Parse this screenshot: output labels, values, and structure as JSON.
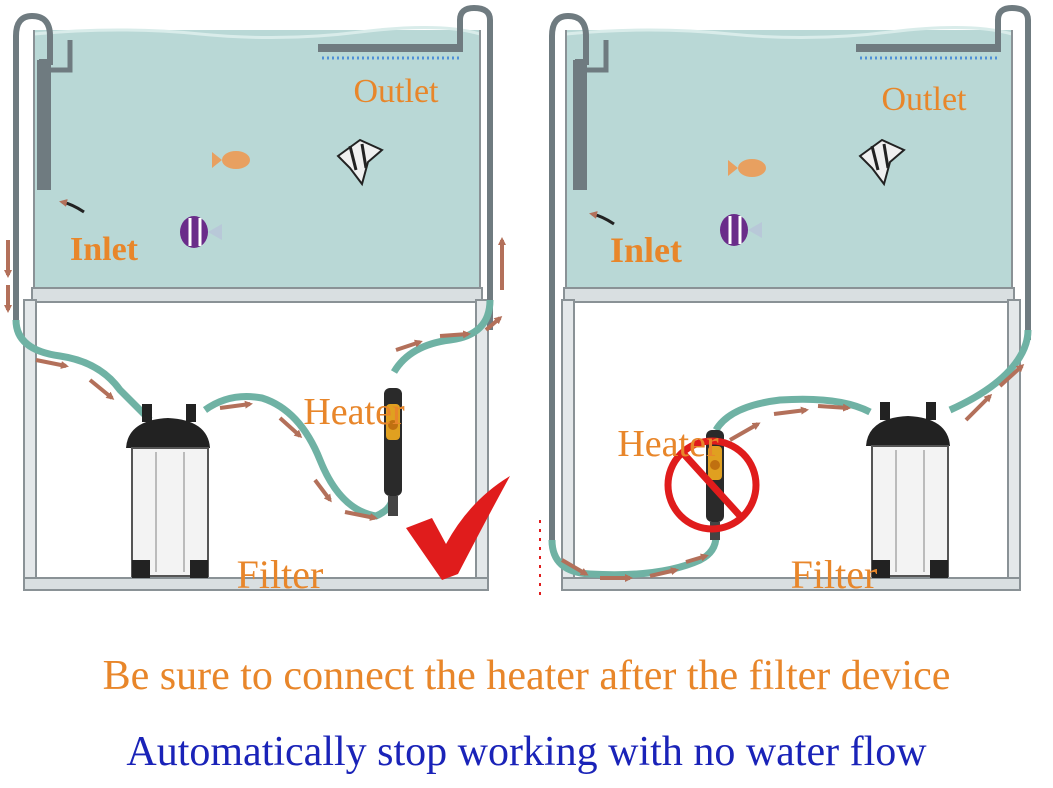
{
  "colors": {
    "water": "#b9d8d6",
    "tube": "#6fb2a4",
    "arrow": "#b3705a",
    "label_orange": "#e8862a",
    "caption_orange": "#e8862a",
    "caption_blue": "#1a23b8",
    "check_red": "#e01c1c",
    "prohibit_red": "#e01c1c"
  },
  "panels": [
    {
      "setup": "correct",
      "labels": {
        "outlet": "Outlet",
        "inlet": "Inlet",
        "heater": "Heater",
        "filter": "Filter"
      },
      "indicator_icon": "check-mark-icon"
    },
    {
      "setup": "incorrect",
      "labels": {
        "outlet": "Outlet",
        "inlet": "Inlet",
        "heater": "Heater",
        "filter": "Filter"
      },
      "indicator_icon": "prohibited-sign-icon"
    }
  ],
  "captions": {
    "line1": "Be sure to connect the heater after the filter device",
    "line2": "Automatically stop working with no water flow"
  }
}
